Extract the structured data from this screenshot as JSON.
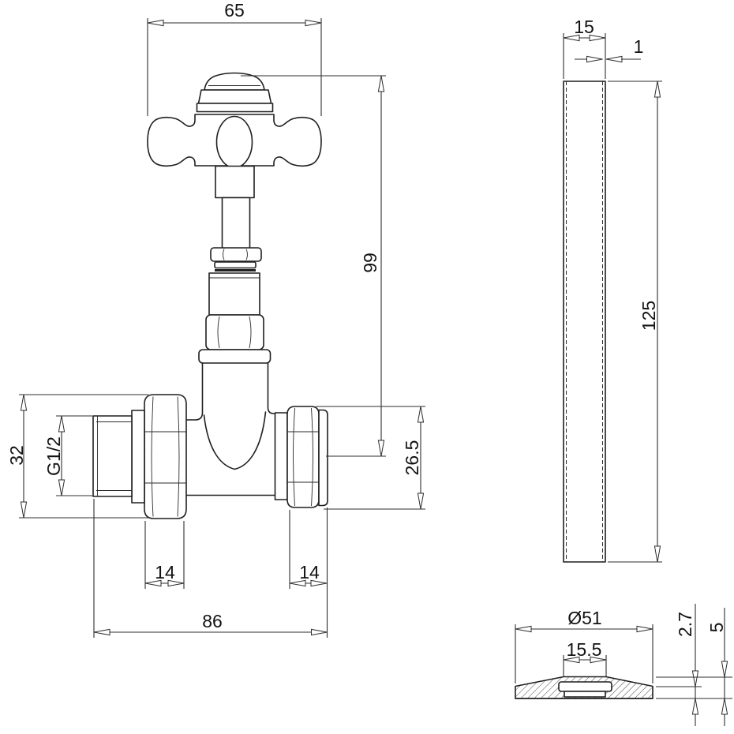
{
  "drawing": {
    "title": "Straight radiator valve technical drawing",
    "views": {
      "valve_front": "valve with cross handle - front view",
      "pipe_side": "pipe tube - side view",
      "flange_section": "wall flange - section view"
    }
  },
  "dimensions": {
    "main_view": {
      "handle_width": "65",
      "overall_height": "99",
      "union_height": "32",
      "thread_size": "G1/2",
      "outlet_height": "26.5",
      "left_nut_width": "14",
      "right_nut_width": "14",
      "overall_width": "86"
    },
    "pipe_view": {
      "outer_diameter": "15",
      "wall_thickness": "1",
      "length": "125"
    },
    "flange_view": {
      "diameter": "Ø51",
      "hub_width": "15.5",
      "rim_thickness": "2.7",
      "overall_height": "5"
    }
  }
}
